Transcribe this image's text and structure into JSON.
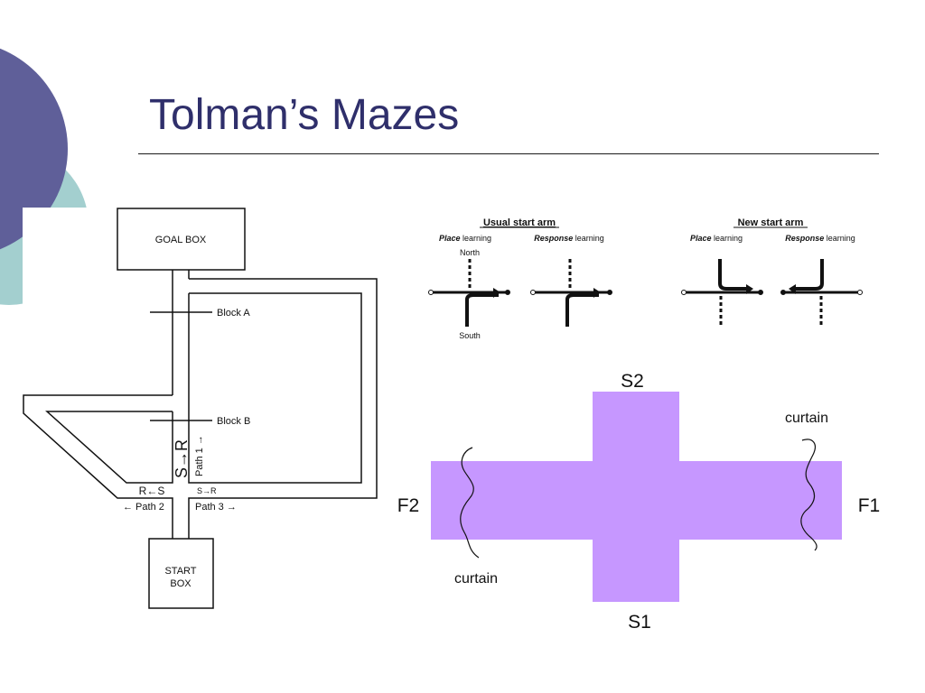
{
  "slide": {
    "title": "Tolman’s Mazes"
  },
  "colors": {
    "circle_dark": "#5f5f99",
    "circle_light": "#a3cfcf",
    "title": "#2f2f6b",
    "cross_maze_fill": "#c697ff"
  },
  "maze": {
    "goal_box": "GOAL BOX",
    "start_box_line1": "START",
    "start_box_line2": "BOX",
    "block_a": "Block A",
    "block_b": "Block B",
    "path1": "Path 1 →",
    "path2": "← Path 2",
    "path3": "Path 3 →",
    "sr_vertical": "S→R",
    "rs_label": "R←S",
    "sr_small": "S→R"
  },
  "learning": {
    "usual_heading": "Usual start arm",
    "new_heading": "New start arm",
    "place_em": "Place",
    "response_em": "Response",
    "learning_word": " learning",
    "north": "North",
    "south": "South"
  },
  "cross_maze": {
    "s1": "S1",
    "s2": "S2",
    "f1": "F1",
    "f2": "F2",
    "curtain_right": "curtain",
    "curtain_left": "curtain"
  }
}
